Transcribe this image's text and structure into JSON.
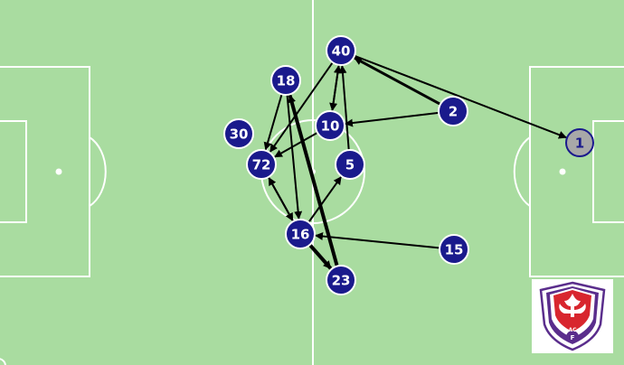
{
  "colors": {
    "pitch": "#a9dca0",
    "lines": "#ffffff",
    "player_fill": "#1a1a8c",
    "player_stroke": "#ffffff",
    "keeper_fill": "#a8a8a8",
    "keeper_stroke": "#1a1a8c",
    "pass_line": "#000000",
    "badge_purple": "#5a2d8c",
    "badge_red": "#d8262e"
  },
  "players": [
    {
      "id": "p40",
      "number": "40"
    },
    {
      "id": "p18",
      "number": "18"
    },
    {
      "id": "p2",
      "number": "2"
    },
    {
      "id": "p30",
      "number": "30"
    },
    {
      "id": "p10",
      "number": "10"
    },
    {
      "id": "p1",
      "number": "1",
      "keeper": true
    },
    {
      "id": "p72",
      "number": "72"
    },
    {
      "id": "p5",
      "number": "5"
    },
    {
      "id": "p16",
      "number": "16"
    },
    {
      "id": "p15",
      "number": "15"
    },
    {
      "id": "p23",
      "number": "23"
    }
  ],
  "passes": [
    {
      "from": "p2",
      "to": "p40",
      "weight": 3
    },
    {
      "from": "p40",
      "to": "p1",
      "weight": 2
    },
    {
      "from": "p2",
      "to": "p10",
      "weight": 2
    },
    {
      "from": "p40",
      "to": "p10",
      "weight": 2
    },
    {
      "from": "p10",
      "to": "p40",
      "weight": 2
    },
    {
      "from": "p5",
      "to": "p40",
      "weight": 2
    },
    {
      "from": "p40",
      "to": "p72",
      "weight": 2
    },
    {
      "from": "p10",
      "to": "p72",
      "weight": 2
    },
    {
      "from": "p18",
      "to": "p16",
      "weight": 2
    },
    {
      "from": "p23",
      "to": "p18",
      "weight": 4
    },
    {
      "from": "p16",
      "to": "p23",
      "weight": 4
    },
    {
      "from": "p15",
      "to": "p16",
      "weight": 2
    },
    {
      "from": "p16",
      "to": "p5",
      "weight": 2
    },
    {
      "from": "p16",
      "to": "p72",
      "weight": 2
    },
    {
      "from": "p72",
      "to": "p16",
      "weight": 2
    },
    {
      "from": "p18",
      "to": "p72",
      "weight": 2
    }
  ],
  "badge": {
    "top_letters": "AC",
    "bottom_letter": "F"
  }
}
